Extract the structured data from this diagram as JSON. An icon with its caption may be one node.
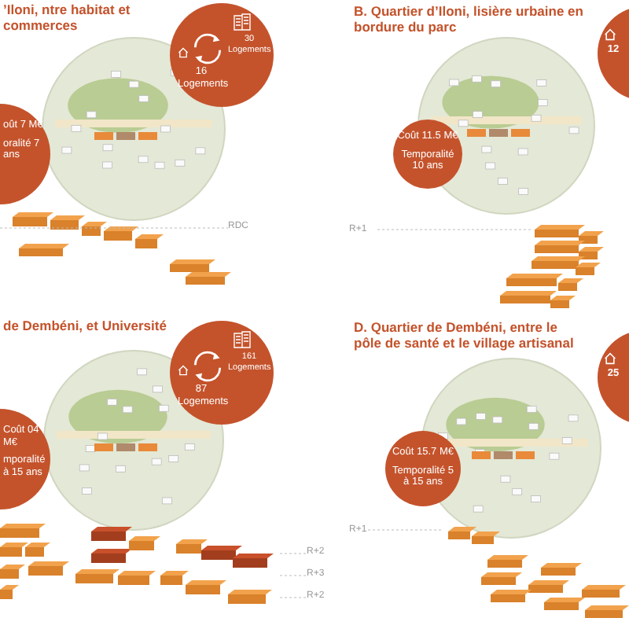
{
  "diagram": {
    "nodes": [
      {
        "text": [
          "30 Logements",
          "16 Logements"
        ]
      },
      {
        "text": [
          "oût 7 M€",
          "oralité 7 ans"
        ]
      },
      {
        "text": [
          "Coût 11.5 M€",
          "Temporalité 10 ans"
        ]
      },
      {
        "text": [
          "12"
        ]
      },
      {
        "text": [
          "161 Logements",
          "87 Logements"
        ]
      },
      {
        "text": [
          "Coût 04 M€",
          "mporalité à 15 ans"
        ]
      },
      {
        "text": [
          "Coût 15.7 M€",
          "Temporalité 5 à 15 ans"
        ]
      },
      {
        "text": [
          "25"
        ]
      }
    ],
    "labels": [
      "’Iloni, ntre habitat et commerces",
      "RDC",
      "B. Quartier d’Iloni, lisière urbaine en bordure du parc",
      "R+1",
      "de Dembéni, et Université",
      "R+2",
      "R+3",
      "R+2",
      "D. Quartier de Dembéni, entre le pôle de santé et le village artisanal",
      "R+1"
    ]
  }
}
